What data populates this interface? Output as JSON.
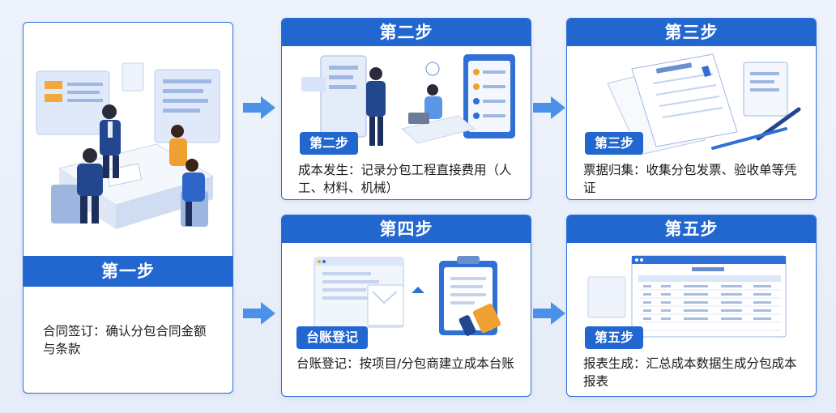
{
  "steps": [
    {
      "title": "第一步",
      "badge": "",
      "text": "合同签订：确认分包合同金额与条款"
    },
    {
      "title": "第二步",
      "badge": "第二步",
      "text": "成本发生：记录分包工程直接费用（人工、材料、机械）"
    },
    {
      "title": "第三步",
      "badge": "第三步",
      "text": "票据归集：收集分包发票、验收单等凭证"
    },
    {
      "title": "第四步",
      "badge": "台账登记",
      "text": "台账登记：按项目/分包商建立成本台账"
    },
    {
      "title": "第五步",
      "badge": "第五步",
      "text": "报表生成：汇总成本数据生成分包成本报表"
    }
  ],
  "colors": {
    "primary": "#2266d0",
    "arrow": "#3a86e8",
    "accent": "#f0a030"
  }
}
